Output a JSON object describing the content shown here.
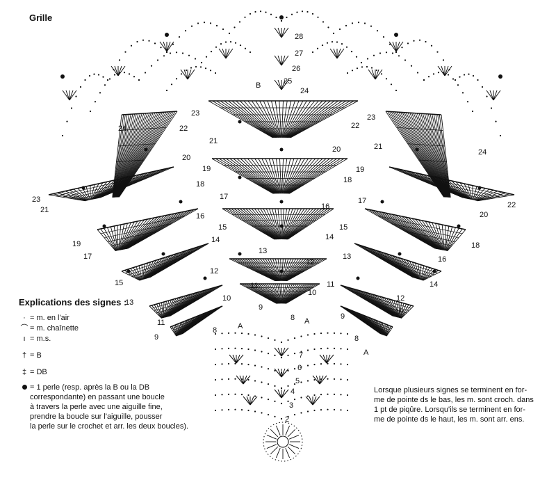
{
  "title": "Grille",
  "legend": {
    "title": "Explications des signes :",
    "items": [
      {
        "symbol": "·",
        "label": "= m. en l'air"
      },
      {
        "symbol": "⌒",
        "label": "= m. chaînette"
      },
      {
        "symbol": "ı",
        "label": "= m.s."
      },
      {
        "symbol": "†",
        "label": "= B"
      },
      {
        "symbol": "‡",
        "label": "= DB"
      }
    ],
    "bead_lines": [
      "= 1 perle (resp. après la B ou la DB",
      "correspondante) en passant une boucle",
      "à travers la perle avec une aiguille fine,",
      "prendre la boucle sur l'aiguille, pousser",
      "la perle sur le crochet et arr. les deux boucles)."
    ]
  },
  "note_lines": [
    "Lorsque plusieurs signes se terminent en for-",
    "me de pointe ds le bas, les m. sont croch. dans",
    "1 pt de piqûre. Lorsqu'ils se terminent en for-",
    "me de pointe ds le haut, les m. sont arr. ens."
  ],
  "center_rows": [
    "2",
    "3",
    "4",
    "5",
    "6",
    "7",
    "8",
    "9",
    "10",
    "11",
    "12",
    "13",
    "14",
    "15",
    "16",
    "17",
    "18",
    "19",
    "20",
    "21",
    "22",
    "23",
    "24",
    "25",
    "26",
    "27",
    "28"
  ],
  "center_b_label": "B",
  "a_label": "A",
  "left_rows": [
    "9",
    "11",
    "13",
    "15",
    "17",
    "19",
    "21",
    "23",
    "8",
    "10",
    "12",
    "14",
    "16",
    "18",
    "20",
    "22",
    "24"
  ],
  "right_rows": [
    "9",
    "11",
    "13",
    "15",
    "17",
    "19",
    "21",
    "23",
    "8",
    "10",
    "12",
    "14",
    "16",
    "18",
    "20",
    "22",
    "24"
  ]
}
